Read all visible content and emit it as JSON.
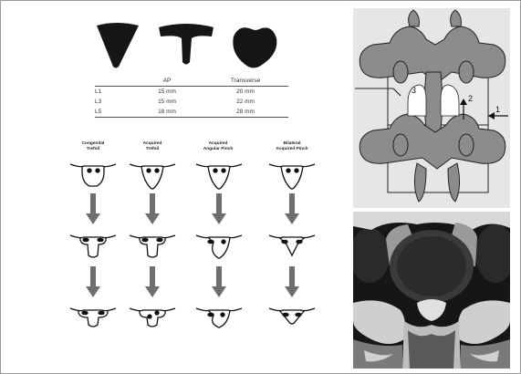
{
  "table": {
    "headers": [
      "",
      "AP",
      "Transverse"
    ],
    "rows": [
      {
        "level": "L1",
        "ap": "15 mm",
        "transverse": "20 mm"
      },
      {
        "level": "L3",
        "ap": "15 mm",
        "transverse": "22 mm"
      },
      {
        "level": "L5",
        "ap": "18 mm",
        "transverse": "28 mm"
      }
    ]
  },
  "columns": [
    {
      "title_line1": "Congenital",
      "title_line2": "Trefoil"
    },
    {
      "title_line1": "Acquired",
      "title_line2": "Trefoil"
    },
    {
      "title_line1": "Acquired",
      "title_line2": "Angular Pinch"
    },
    {
      "title_line1": "Bilateral",
      "title_line2": "Acquired Pinch"
    }
  ],
  "figure_labels": {
    "label_1": "1",
    "label_2": "2",
    "label_3": "3"
  },
  "colors": {
    "shape_fill": "#161616",
    "arrow_fill": "#6f6f6f",
    "spine_fill": "#8c8c8c",
    "canal_fill": "#ffffff"
  }
}
